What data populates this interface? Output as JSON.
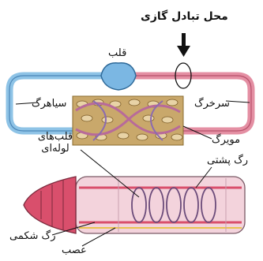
{
  "labels": {
    "gas_exchange_site": "محل تبادل گازی",
    "heart": "قلب",
    "vein": "سیاهرگ",
    "artery": "سرخرگ",
    "capillary": "مویرگ",
    "tubular_hearts": "قلب‌های لوله‌ای",
    "dorsal_vessel": "رگ پشتی",
    "ventral_vessel": "رگ شکمی",
    "nerve": "عصب"
  },
  "colors": {
    "oxygenated": "#e48fa3",
    "deoxygenated": "#8ec3e6",
    "heart_fill": "#7bb7e3",
    "tissue": "#c9a86b",
    "worm_head": "#d94f6c",
    "worm_body": "#f3d3dc"
  },
  "icons": {
    "pointer": "down-arrow-icon"
  }
}
